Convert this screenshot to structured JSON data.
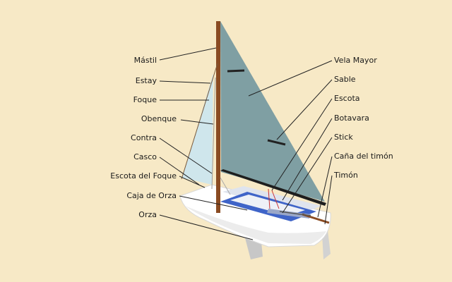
{
  "colors": {
    "background": "#f7e9c6",
    "mainsail": "#7f9fa3",
    "jib": "#cfe6ec",
    "mast": "#8a4b22",
    "hull": "#ffffff",
    "deck_stripe": "#3f64c8",
    "boom": "#1e1e1e"
  },
  "labels_left": [
    {
      "id": "mastil",
      "text": "Mástil"
    },
    {
      "id": "estay",
      "text": "Estay"
    },
    {
      "id": "foque",
      "text": "Foque"
    },
    {
      "id": "obenque",
      "text": "Obenque"
    },
    {
      "id": "contra",
      "text": "Contra"
    },
    {
      "id": "casco",
      "text": "Casco"
    },
    {
      "id": "escota-foque",
      "text": "Escota del Foque"
    },
    {
      "id": "caja-orza",
      "text": "Caja de Orza"
    },
    {
      "id": "orza",
      "text": "Orza"
    }
  ],
  "labels_right": [
    {
      "id": "vela-mayor",
      "text": "Vela Mayor"
    },
    {
      "id": "sable",
      "text": "Sable"
    },
    {
      "id": "escota",
      "text": "Escota"
    },
    {
      "id": "botavara",
      "text": "Botavara"
    },
    {
      "id": "stick",
      "text": "Stick"
    },
    {
      "id": "cana-timon",
      "text": "Caña del timón"
    },
    {
      "id": "timon",
      "text": "Timón"
    }
  ]
}
